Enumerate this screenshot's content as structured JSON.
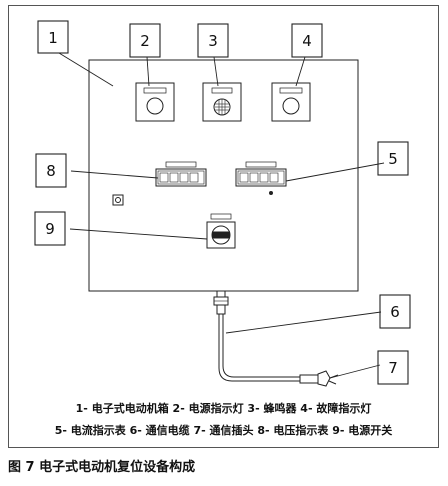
{
  "callouts": [
    "1",
    "2",
    "3",
    "4",
    "5",
    "6",
    "7",
    "8",
    "9"
  ],
  "legend": {
    "line1": "1- 电子式电动机箱  2- 电源指示灯  3- 蜂鸣器  4- 故障指示灯",
    "line2": "5- 电流指示表  6- 通信电缆  7- 通信插头  8- 电压指示表  9- 电源开关"
  },
  "caption": "图 7  电子式电动机复位设备构成",
  "colors": {
    "line": "#222222",
    "frame": "#555555",
    "background": "#ffffff"
  }
}
